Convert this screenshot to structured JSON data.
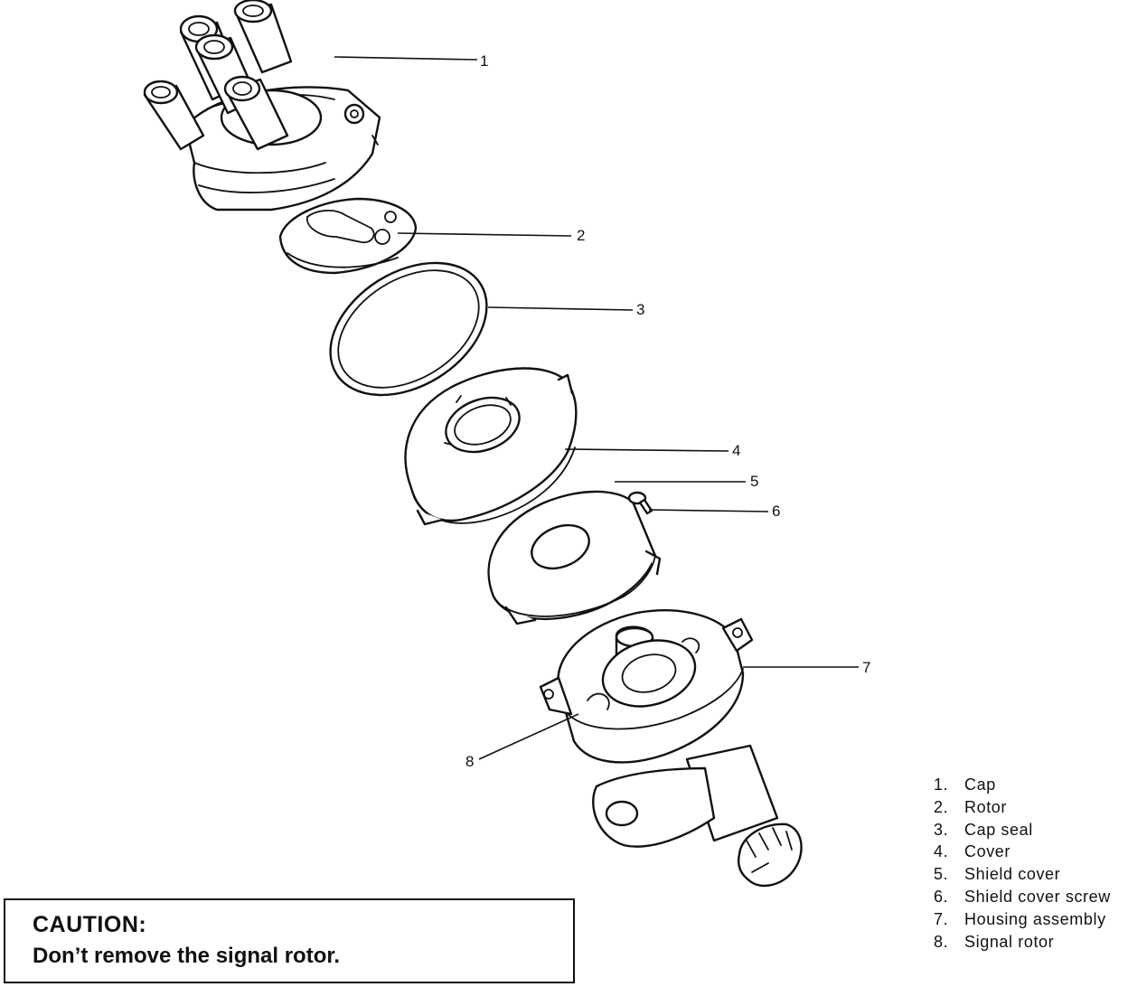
{
  "diagram": {
    "callouts": [
      "1",
      "2",
      "3",
      "4",
      "5",
      "6",
      "7",
      "8"
    ]
  },
  "legend": {
    "items": [
      {
        "num": "1.",
        "label": "Cap"
      },
      {
        "num": "2.",
        "label": "Rotor"
      },
      {
        "num": "3.",
        "label": "Cap seal"
      },
      {
        "num": "4.",
        "label": "Cover"
      },
      {
        "num": "5.",
        "label": "Shield cover"
      },
      {
        "num": "6.",
        "label": "Shield cover screw"
      },
      {
        "num": "7.",
        "label": "Housing assembly"
      },
      {
        "num": "8.",
        "label": "Signal rotor"
      }
    ]
  },
  "caution": {
    "title": "CAUTION:",
    "text": "Don’t remove the signal rotor."
  }
}
